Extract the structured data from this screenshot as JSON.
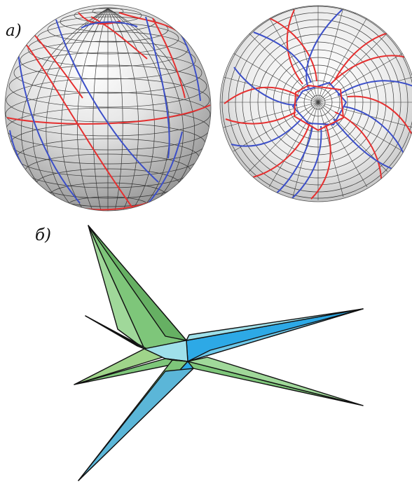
{
  "panels": [
    {
      "label": "a)"
    },
    {
      "label": "б)"
    }
  ],
  "colors": {
    "red_curve": "#e53030",
    "blue_curve": "#3c4fc8",
    "grid_line": "#1f1f1f",
    "sphere_light": "#ffffff",
    "sphere_dark": "#9a9a9a",
    "green_face": "#7ec67a",
    "blue_face": "#2da9e6",
    "cyan_face": "#9fe0ea",
    "edge": "#111111"
  },
  "icons": {
    "sphere_side_view": "wireframe-sphere-side-view",
    "sphere_pole_view": "wireframe-sphere-pole-view",
    "star_polyhedron": "six-pointed-star-polyhedron"
  }
}
